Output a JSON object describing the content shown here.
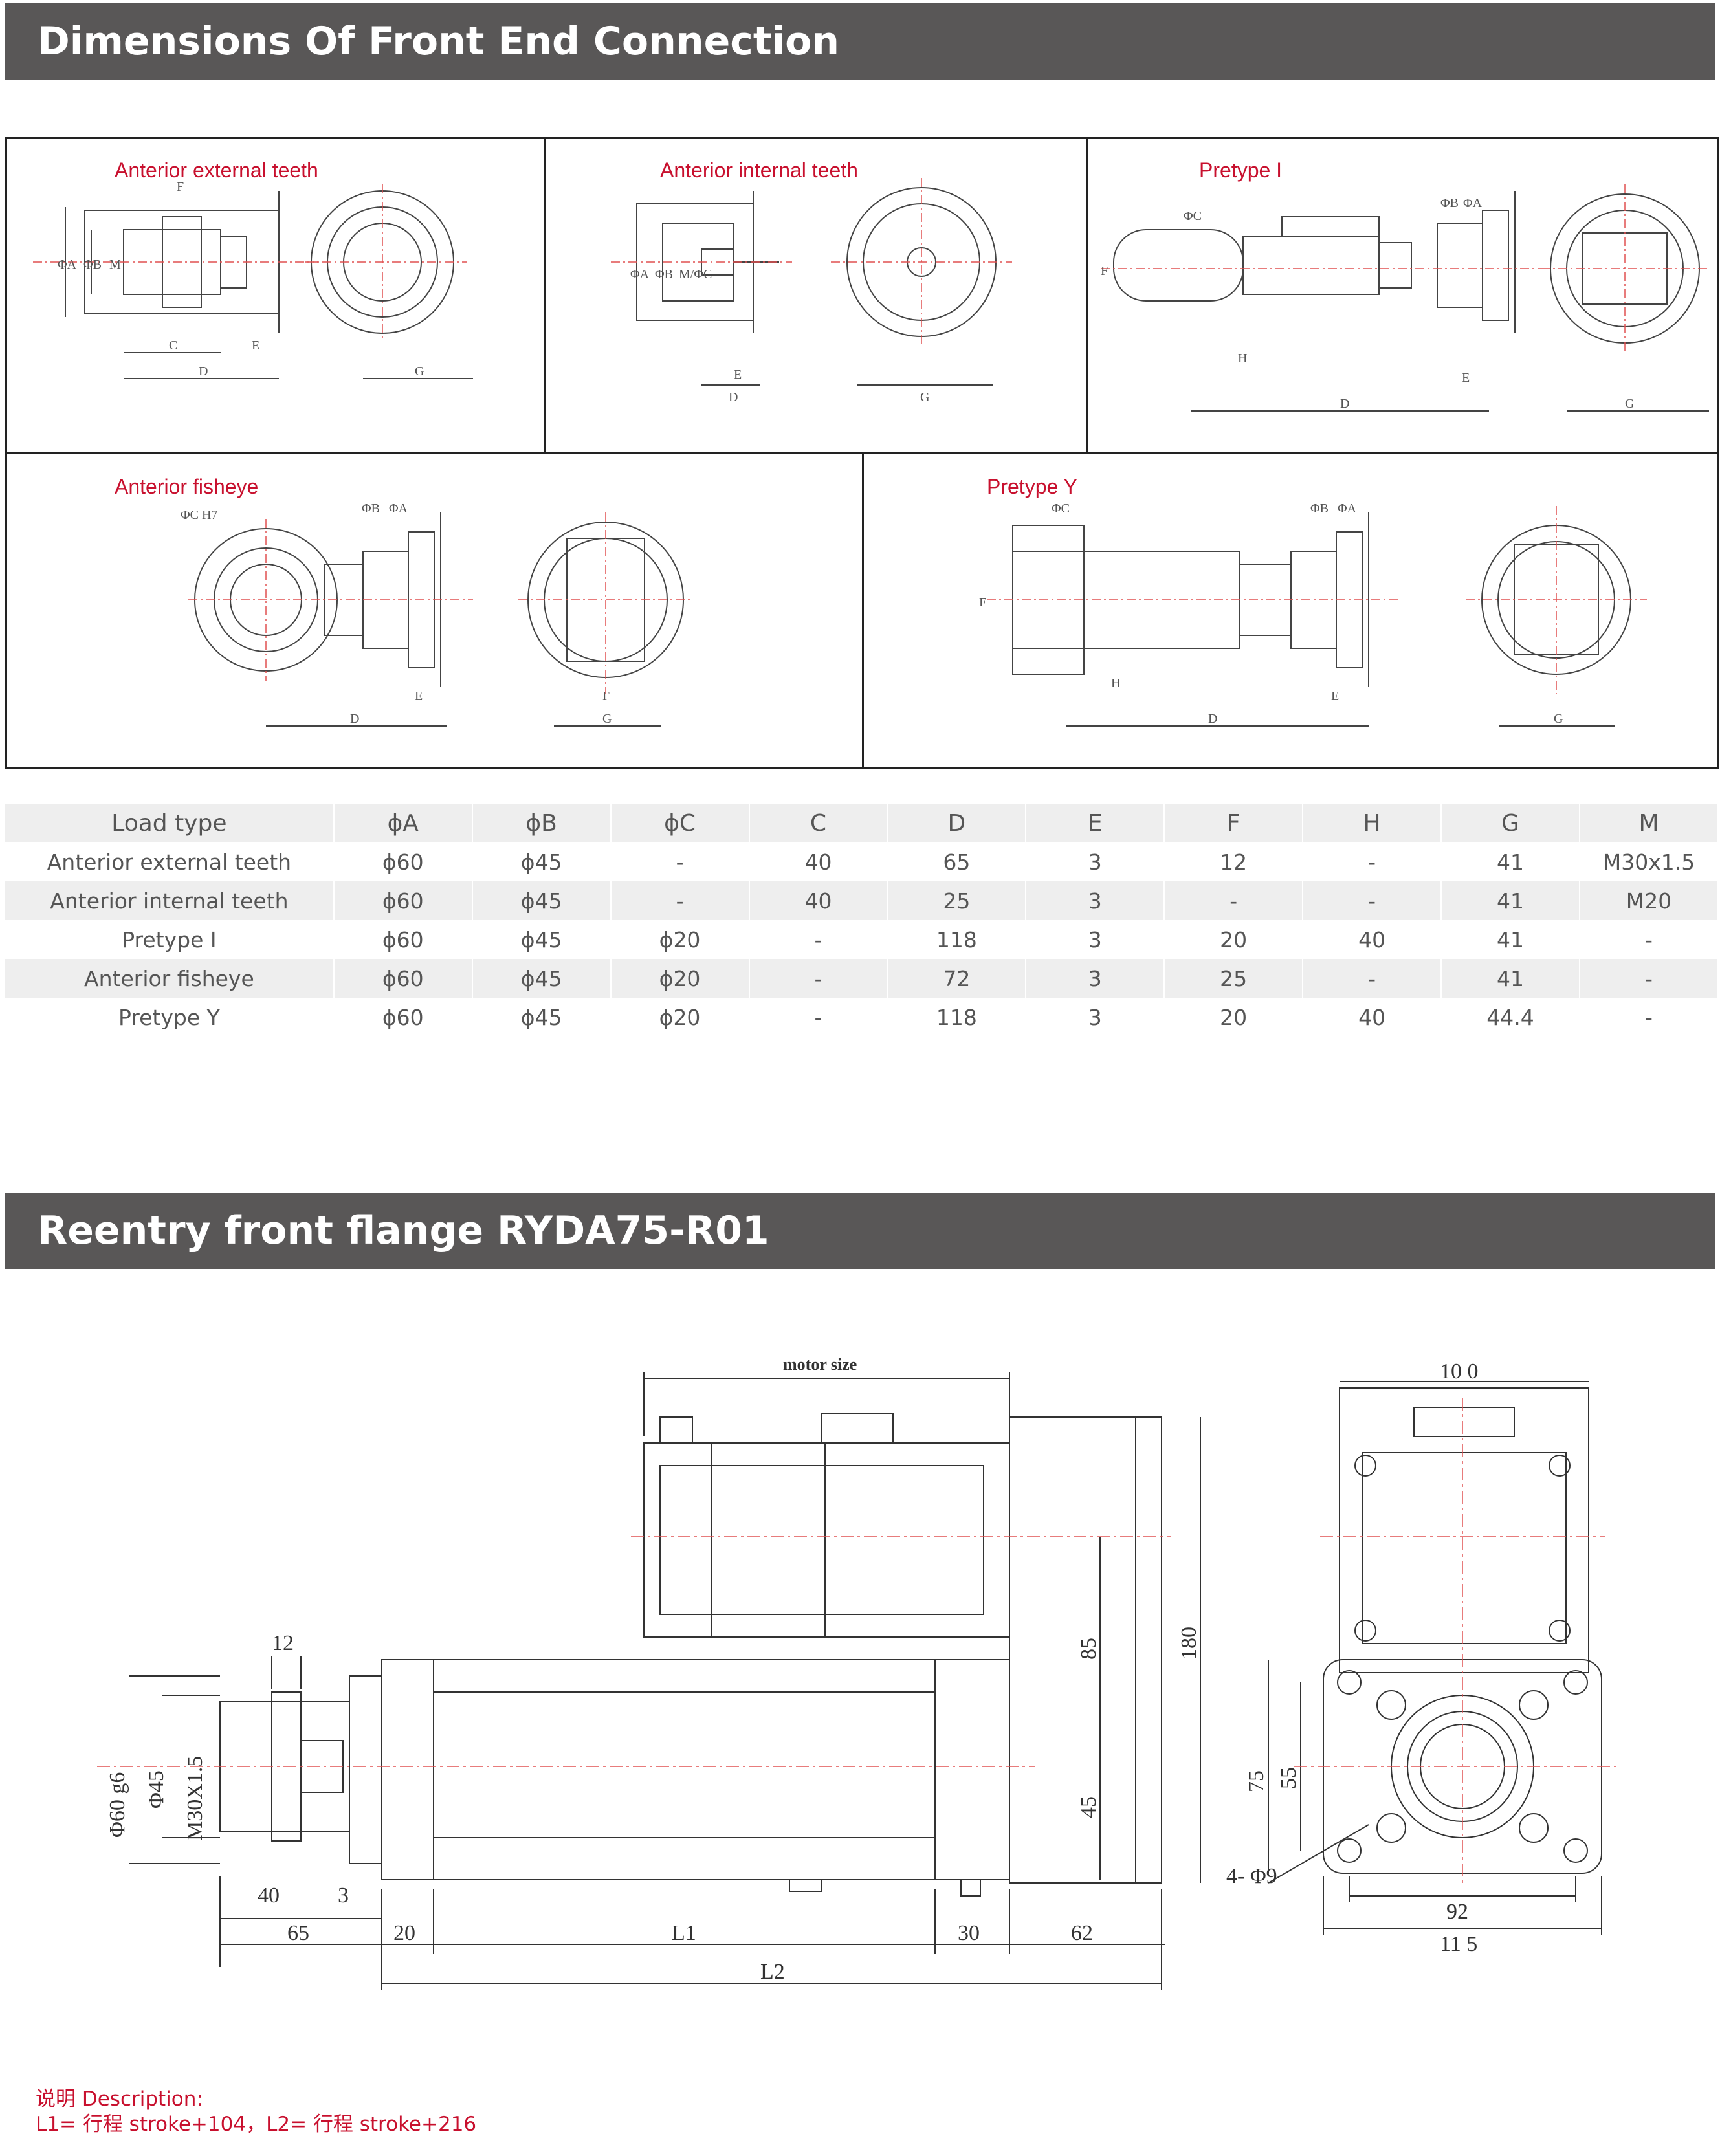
{
  "sections": {
    "front_end_title": "Dimensions Of Front End Connection",
    "flange_title": "Reentry front flange RYDA75-R01"
  },
  "panels": {
    "external_teeth": {
      "title": "Anterior external teeth",
      "labels": [
        "F",
        "ΦA",
        "ΦB",
        "M",
        "C",
        "E",
        "D",
        "G"
      ]
    },
    "internal_teeth": {
      "title": "Anterior internal teeth",
      "labels": [
        "ΦA",
        "ΦB",
        "M/ΦC",
        "E",
        "D",
        "G"
      ]
    },
    "pretype_i": {
      "title": "Pretype I",
      "labels": [
        "ΦC",
        "ΦB",
        "ΦA",
        "F",
        "H",
        "E",
        "D",
        "G"
      ]
    },
    "fisheye": {
      "title": "Anterior fisheye",
      "labels": [
        "ΦC H7",
        "ΦB",
        "ΦA",
        "E",
        "D",
        "F",
        "G"
      ]
    },
    "pretype_y": {
      "title": "Pretype Y",
      "labels": [
        "ΦC",
        "ΦB",
        "ΦA",
        "F",
        "H",
        "E",
        "D",
        "G"
      ]
    }
  },
  "table": {
    "headers": [
      "Load type",
      "ϕA",
      "ϕB",
      "ϕC",
      "C",
      "D",
      "E",
      "F",
      "H",
      "G",
      "M"
    ],
    "rows": [
      [
        "Anterior external teeth",
        "ϕ60",
        "ϕ45",
        "-",
        "40",
        "65",
        "3",
        "12",
        "-",
        "41",
        "M30x1.5"
      ],
      [
        "Anterior internal teeth",
        "ϕ60",
        "ϕ45",
        "-",
        "40",
        "25",
        "3",
        "-",
        "-",
        "41",
        "M20"
      ],
      [
        "Pretype I",
        "ϕ60",
        "ϕ45",
        "ϕ20",
        "-",
        "118",
        "3",
        "20",
        "40",
        "41",
        "-"
      ],
      [
        "Anterior fisheye",
        "ϕ60",
        "ϕ45",
        "ϕ20",
        "-",
        "72",
        "3",
        "25",
        "-",
        "41",
        "-"
      ],
      [
        "Pretype Y",
        "ϕ60",
        "ϕ45",
        "ϕ20",
        "-",
        "118",
        "3",
        "20",
        "40",
        "44.4",
        "-"
      ]
    ]
  },
  "flange_drawing": {
    "motor_size": "motor size",
    "dims": {
      "d12": "12",
      "d40": "40",
      "d3": "3",
      "d65": "65",
      "d20": "20",
      "L1": "L1",
      "d30": "30",
      "d62": "62",
      "L2": "L2",
      "d85": "85",
      "d45": "45",
      "d180": "180",
      "phi60": "Φ60 g6",
      "phi45": "Φ45",
      "m30": "M30X1.5",
      "d100": "10 0",
      "d75": "75",
      "d55": "55",
      "holes": "4- Φ9",
      "d92": "92",
      "d115": "11 5"
    }
  },
  "description": {
    "title": "说明 Description:",
    "text": "L1= 行程 stroke+104，L2= 行程 stroke+216"
  }
}
